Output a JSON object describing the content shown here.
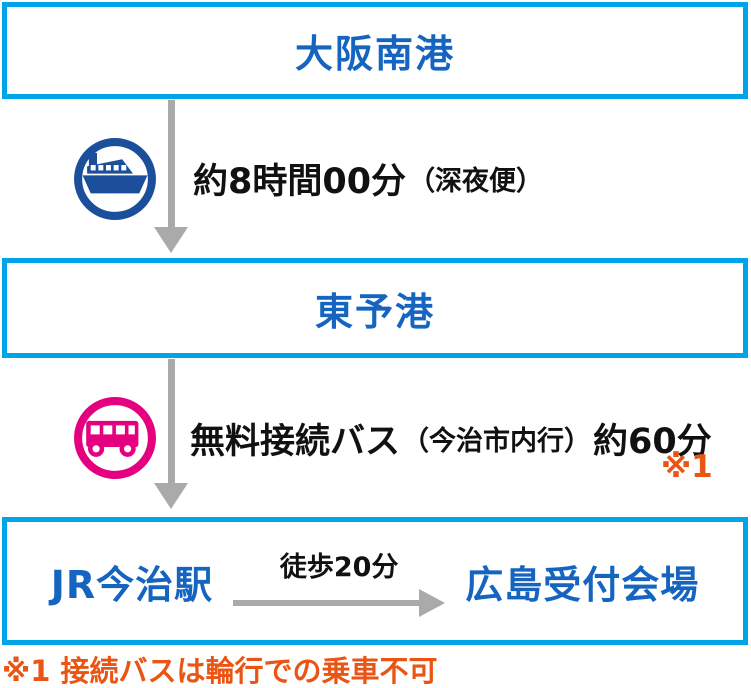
{
  "stations": {
    "osaka": "大阪南港",
    "toyo": "東予港",
    "imabari": "JR今治駅",
    "venue": "広島受付会場"
  },
  "ferry_segment": {
    "icon": "ferry-icon",
    "duration": "約8時間00分",
    "service_note": "（深夜便）"
  },
  "bus_segment": {
    "icon": "bus-icon",
    "label": "無料接続バス",
    "destination": "（今治市内行）",
    "duration": "約60分",
    "ref": "※1"
  },
  "walk_segment": {
    "icon": "arrow-right-icon",
    "duration": "徒歩20分"
  },
  "footnote": "※1 接続バスは輪行での乗車不可",
  "icons": {
    "down_arrow": "arrow-down-icon"
  },
  "colors": {
    "border": "#00A5E8",
    "station": "#1565C0",
    "ferry": "#1B4E9B",
    "bus": "#E4007F",
    "orange": "#EA5514",
    "gray": "#AAAAAA",
    "ink": "#111111"
  }
}
